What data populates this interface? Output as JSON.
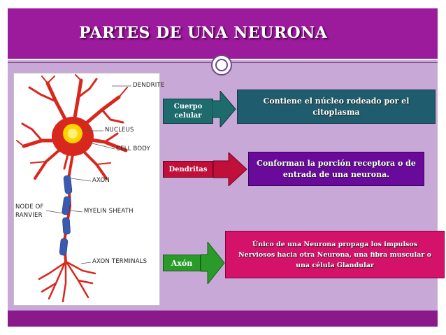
{
  "slide": {
    "title": "PARTES DE UNA NEURONA"
  },
  "image": {
    "labels": {
      "dendrite": "DENDRITE",
      "nucleus": "NUCLEUS",
      "cell_body": "CELL BODY",
      "axon": "AXON",
      "node_of_ranvier_line1": "NODE OF",
      "node_of_ranvier_line2": "RANVIER",
      "myelin_sheath": "MYELIN SHEATH",
      "axon_terminals": "AXON TERMINALS"
    }
  },
  "parts": [
    {
      "label": "Cuerpo celular",
      "description": "Contiene el núcleo rodeado por el citoplasma"
    },
    {
      "label": "Dendritas",
      "description": "Conforman la porción receptora o de entrada de una neurona."
    },
    {
      "label": "Axón",
      "description": "Único de una Neurona propaga los impulsos Nerviosos hacia otra Neurona, una fibra muscular o una célula Glandular"
    }
  ],
  "colors": {
    "header": "#9c1a9c",
    "background": "#c8a8d6",
    "cuerpo_tag": "#1e6b6e",
    "dendritas_tag": "#c0103a",
    "axon_tag": "#2a9a2a",
    "desc_1": "#1e5c6e",
    "desc_2": "#6a0a9a",
    "desc_3": "#d4126a",
    "neuron": "#d8281e",
    "nucleus": "#ffd400",
    "myelin": "#3a5ab0"
  }
}
